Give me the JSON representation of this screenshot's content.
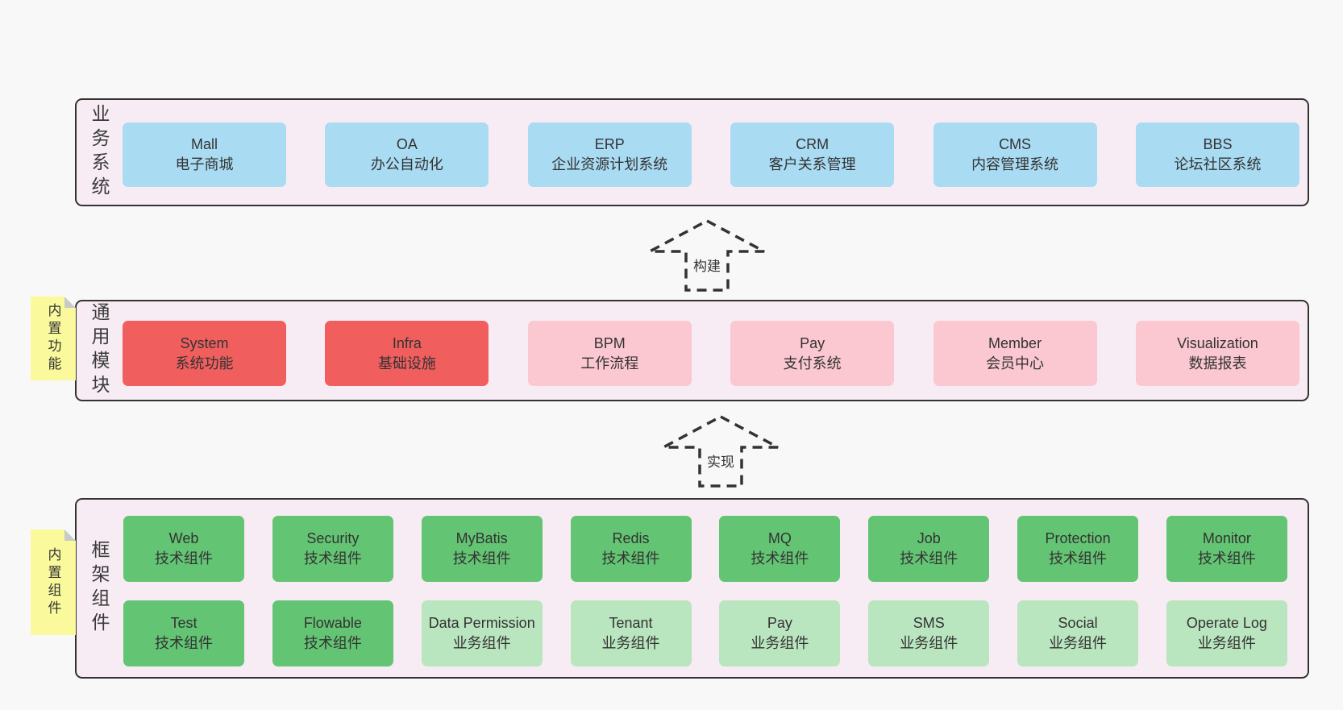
{
  "colors": {
    "page_bg": "#f8f8f8",
    "band_bg": "#f7ecf4",
    "band_border": "#333333",
    "blue_box": "#a9dbf3",
    "red_box": "#f15e5e",
    "pink_box": "#fbc7d0",
    "green_box": "#63c473",
    "light_green_box": "#b9e5bf",
    "sticky_yellow": "#fafa9c",
    "sticky_fold": "#c9c9c9",
    "text": "#333333"
  },
  "arrows": [
    {
      "label": "构建"
    },
    {
      "label": "实现"
    }
  ],
  "bands": [
    {
      "label": "业务系统",
      "boxes": [
        {
          "name": "Mall",
          "desc": "电子商城"
        },
        {
          "name": "OA",
          "desc": "办公自动化"
        },
        {
          "name": "ERP",
          "desc": "企业资源计划系统"
        },
        {
          "name": "CRM",
          "desc": "客户关系管理"
        },
        {
          "name": "CMS",
          "desc": "内容管理系统"
        },
        {
          "name": "BBS",
          "desc": "论坛社区系统"
        }
      ]
    },
    {
      "label": "通用模块",
      "sticky": "内置功能",
      "boxes": [
        {
          "name": "System",
          "desc": "系统功能"
        },
        {
          "name": "Infra",
          "desc": "基础设施"
        },
        {
          "name": "BPM",
          "desc": "工作流程"
        },
        {
          "name": "Pay",
          "desc": "支付系统"
        },
        {
          "name": "Member",
          "desc": "会员中心"
        },
        {
          "name": "Visualization",
          "desc": "数据报表"
        }
      ]
    },
    {
      "label": "框架组件",
      "sticky": "内置组件",
      "rows": [
        [
          {
            "name": "Web",
            "desc": "技术组件"
          },
          {
            "name": "Security",
            "desc": "技术组件"
          },
          {
            "name": "MyBatis",
            "desc": "技术组件"
          },
          {
            "name": "Redis",
            "desc": "技术组件"
          },
          {
            "name": "MQ",
            "desc": "技术组件"
          },
          {
            "name": "Job",
            "desc": "技术组件"
          },
          {
            "name": "Protection",
            "desc": "技术组件"
          },
          {
            "name": "Monitor",
            "desc": "技术组件"
          }
        ],
        [
          {
            "name": "Test",
            "desc": "技术组件"
          },
          {
            "name": "Flowable",
            "desc": "技术组件"
          },
          {
            "name": "Data Permission",
            "desc": "业务组件"
          },
          {
            "name": "Tenant",
            "desc": "业务组件"
          },
          {
            "name": "Pay",
            "desc": "业务组件"
          },
          {
            "name": "SMS",
            "desc": "业务组件"
          },
          {
            "name": "Social",
            "desc": "业务组件"
          },
          {
            "name": "Operate Log",
            "desc": "业务组件"
          }
        ]
      ]
    }
  ]
}
